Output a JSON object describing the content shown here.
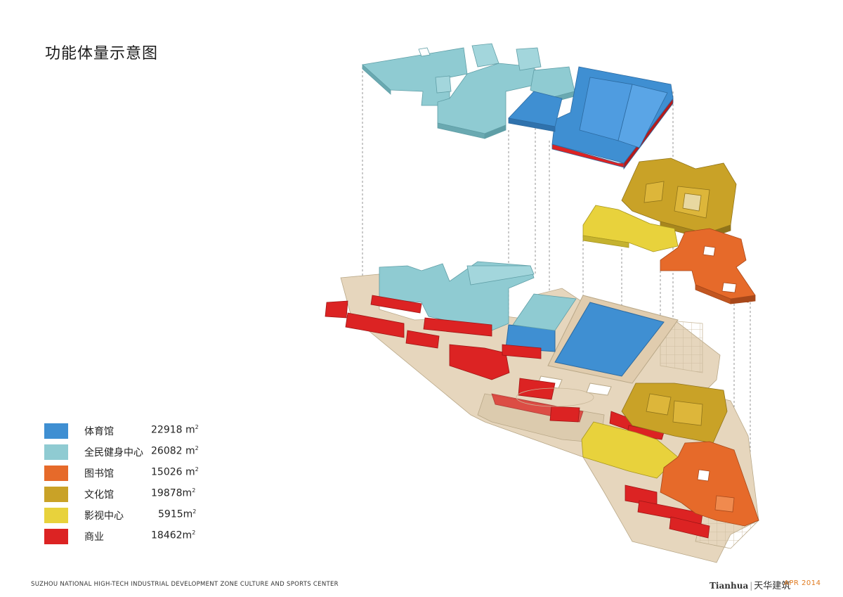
{
  "title": "功能体量示意图",
  "legend": [
    {
      "name": "体育馆",
      "area": "22918 m",
      "sup": "2",
      "color": "#3f8fd2"
    },
    {
      "name": "全民健身中心",
      "area": "26082 m",
      "sup": "2",
      "color": "#8fcbd2"
    },
    {
      "name": "图书馆",
      "area": "15026 m",
      "sup": "2",
      "color": "#e66a2a"
    },
    {
      "name": "文化馆",
      "area": "19878m",
      "sup": "2",
      "color": "#c9a227"
    },
    {
      "name": "影视中心",
      "area": "5915m",
      "sup": "2",
      "color": "#e8d23c"
    },
    {
      "name": "商业",
      "area": "18462m",
      "sup": "2",
      "color": "#dc2323"
    }
  ],
  "footer": {
    "project": "SUZHOU NATIONAL HIGH-TECH INDUSTRIAL DEVELOPMENT ZONE  CULTURE AND SPORTS CENTER",
    "brand_latin": "Tianhua",
    "brand_cn": "天华建筑",
    "date": "APR  2014"
  },
  "colors": {
    "podium": "#e6d6bd",
    "podium_edge": "#b9a888",
    "leader_line": "#8a8a8a"
  }
}
